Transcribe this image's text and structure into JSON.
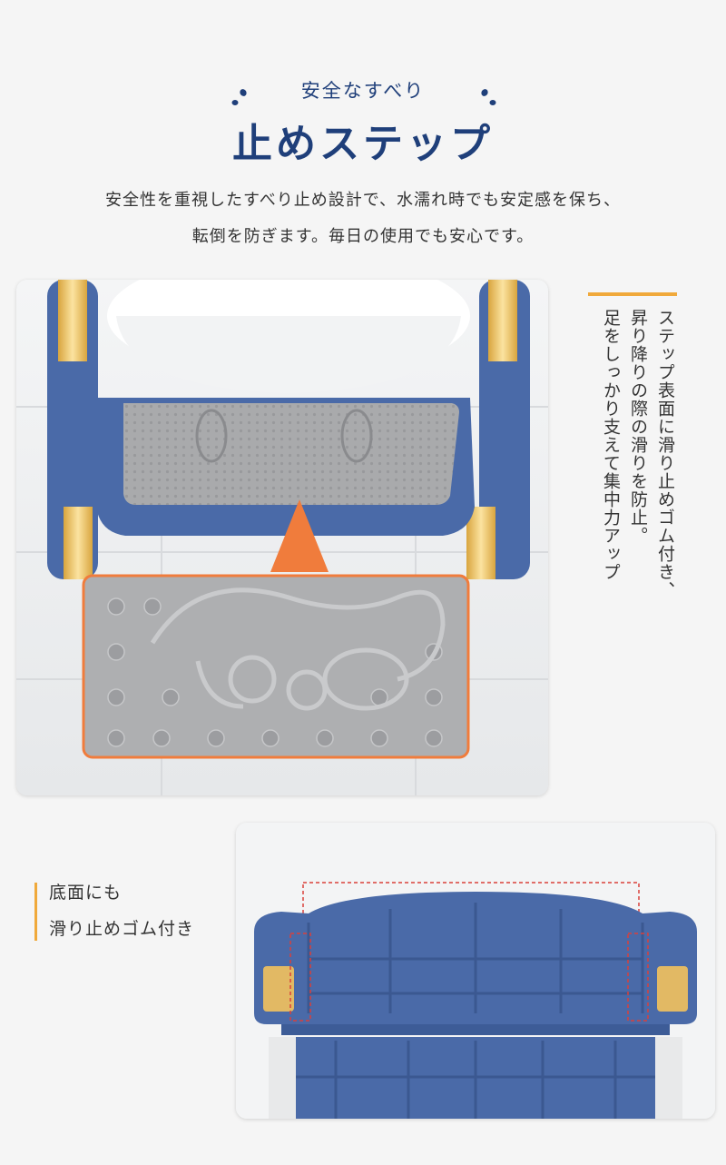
{
  "header": {
    "subtitle": "安全なすべり",
    "title": "止めステップ"
  },
  "description": {
    "line1": "安全性を重視したすべり止め設計で、水濡れ時でも安定感を保ち、",
    "line2": "転倒を防ぎます。毎日の使用でも安心です。"
  },
  "feature_vertical": {
    "line1": "ステップ表面に滑り止めゴム付き、",
    "line2": "昇り降りの際の滑りを防止。",
    "line3": "足をしっかり支えて集中力アップ"
  },
  "bottom_note": {
    "line1": "底面にも",
    "line2": "滑り止めゴム付き"
  },
  "colors": {
    "brand_blue": "#1f3f7a",
    "accent_orange": "#f0a93b",
    "callout_orange": "#f07c3c",
    "step_blue": "#4a6aa8",
    "step_gray": "#a9aaac",
    "rail_gold": "#f2c667"
  }
}
